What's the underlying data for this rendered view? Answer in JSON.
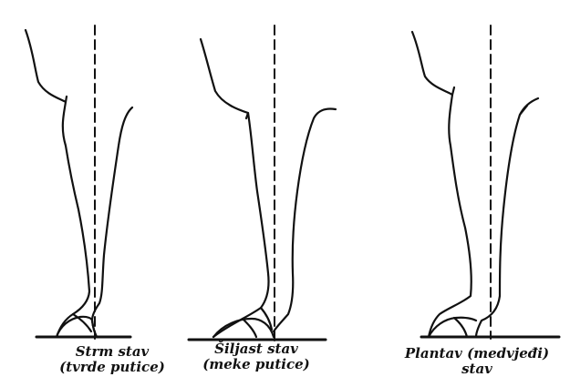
{
  "figures": [
    {
      "caption_line1": "Strm stav",
      "caption_line2": "(tvrde putice)"
    },
    {
      "caption_line1": "Šiljast stav",
      "caption_line2": "(meke putice)"
    },
    {
      "caption_line1": "Plantav (medvjeđi)",
      "caption_line2": "stav"
    }
  ],
  "colors": {
    "ink": "#111111",
    "background": "#ffffff"
  }
}
